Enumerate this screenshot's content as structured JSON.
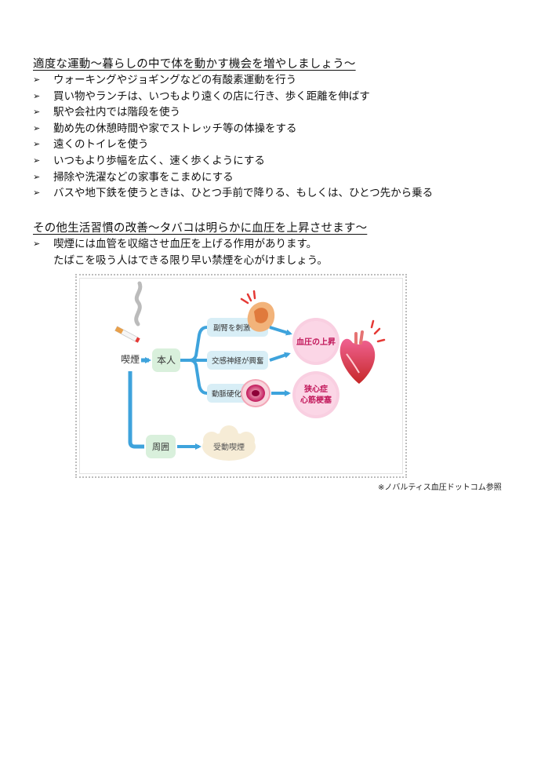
{
  "section1": {
    "title": "適度な運動～暮らしの中で体を動かす機会を増やしましょう～",
    "bullet_symbol": "➢",
    "items": [
      "ウォーキングやジョギングなどの有酸素運動を行う",
      "買い物やランチは、いつもより遠くの店に行き、歩く距離を伸ばす",
      "駅や会社内では階段を使う",
      "勤め先の休憩時間や家でストレッチ等の体操をする",
      "遠くのトイレを使う",
      "いつもより歩幅を広く、速く歩くようにする",
      "掃除や洗濯などの家事をこまめにする",
      "バスや地下鉄を使うときは、ひとつ手前で降りる、もしくは、ひとつ先から乗る"
    ]
  },
  "section2": {
    "title": "その他生活習慣の改善～タバコは明らかに血圧を上昇させます～",
    "bullet_symbol": "➢",
    "line1": "喫煙には血管を収縮させ血圧を上げる作用があります。",
    "line2": "たばこを吸う人はできる限り早い禁煙を心がけましょう。"
  },
  "diagram": {
    "smoking": "喫煙",
    "self": "本人",
    "surroundings": "周囲",
    "adrenal": "副腎を刺激",
    "sympathetic": "交感神経が興奮",
    "arteriosclerosis": "動脈硬化",
    "bp_rise": "血圧の上昇",
    "angina_line1": "狭心症",
    "angina_line2": "心筋梗塞",
    "passive": "受動喫煙",
    "colors": {
      "arrow": "#3ea3dc",
      "box_green": "#d9f0dc",
      "box_blue": "#d8eef6",
      "pink": "#f4a7c8",
      "pink_light": "#fbd6e6",
      "pink_text": "#c2185b",
      "beige": "#f6ecd6"
    }
  },
  "credit": "※ノバルティス血圧ドットコム参照"
}
